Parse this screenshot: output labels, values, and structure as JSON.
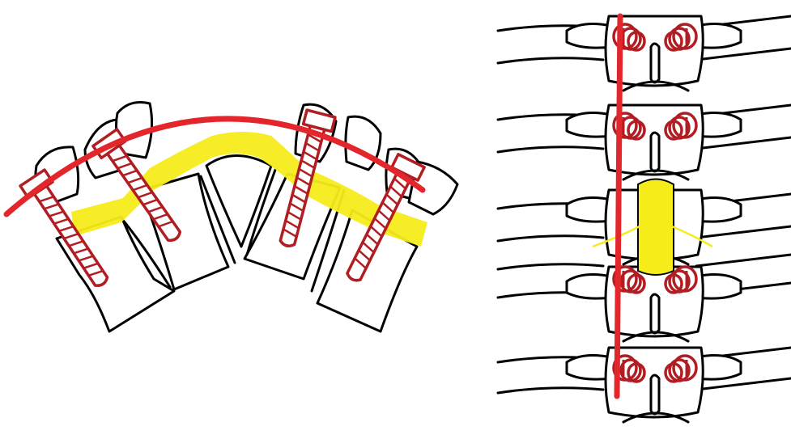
{
  "colors": {
    "rod": "#e3262b",
    "screw": "#b01d22",
    "graft": "#f5ec1a",
    "outline": "#000000",
    "background": "#ffffff"
  },
  "panels": [
    {
      "view": "lateral",
      "vertebrae": 5,
      "screws": 4,
      "rods": 1,
      "grafts": 1
    },
    {
      "view": "posterior",
      "vertebrae": 5,
      "screw_heads": 8,
      "rods": 1,
      "grafts": 1
    }
  ]
}
